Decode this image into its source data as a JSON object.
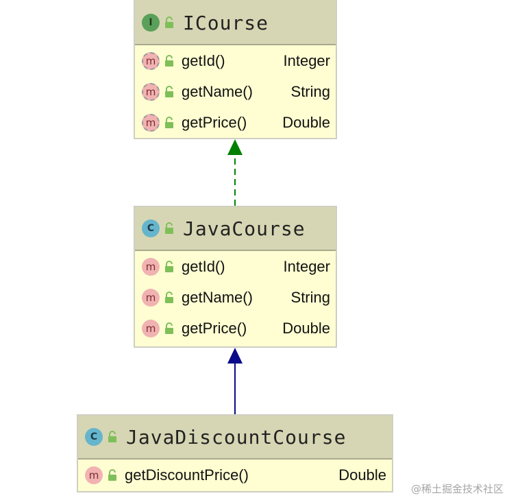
{
  "classes": [
    {
      "kind_letter": "I",
      "kind": "interface",
      "name": "ICourse",
      "members": [
        {
          "name": "getId()",
          "type": "Integer"
        },
        {
          "name": "getName()",
          "type": "String"
        },
        {
          "name": "getPrice()",
          "type": "Double"
        }
      ]
    },
    {
      "kind_letter": "C",
      "kind": "class",
      "name": "JavaCourse",
      "members": [
        {
          "name": "getId()",
          "type": "Integer"
        },
        {
          "name": "getName()",
          "type": "String"
        },
        {
          "name": "getPrice()",
          "type": "Double"
        }
      ]
    },
    {
      "kind_letter": "C",
      "kind": "class",
      "name": "JavaDiscountCourse",
      "members": [
        {
          "name": "getDiscountPrice()",
          "type": "Double"
        }
      ]
    }
  ],
  "method_badge_letter": "m",
  "relations": [
    {
      "from": "JavaCourse",
      "to": "ICourse",
      "type": "implements",
      "color": "#008000",
      "style": "dashed"
    },
    {
      "from": "JavaDiscountCourse",
      "to": "JavaCourse",
      "type": "extends",
      "color": "#0a0a8a",
      "style": "solid"
    }
  ],
  "colors": {
    "box_fill": "#fefed2",
    "header_fill": "#d6d6b4",
    "lock_green": "#7fbf5a"
  },
  "watermark": "@稀土掘金技术社区"
}
